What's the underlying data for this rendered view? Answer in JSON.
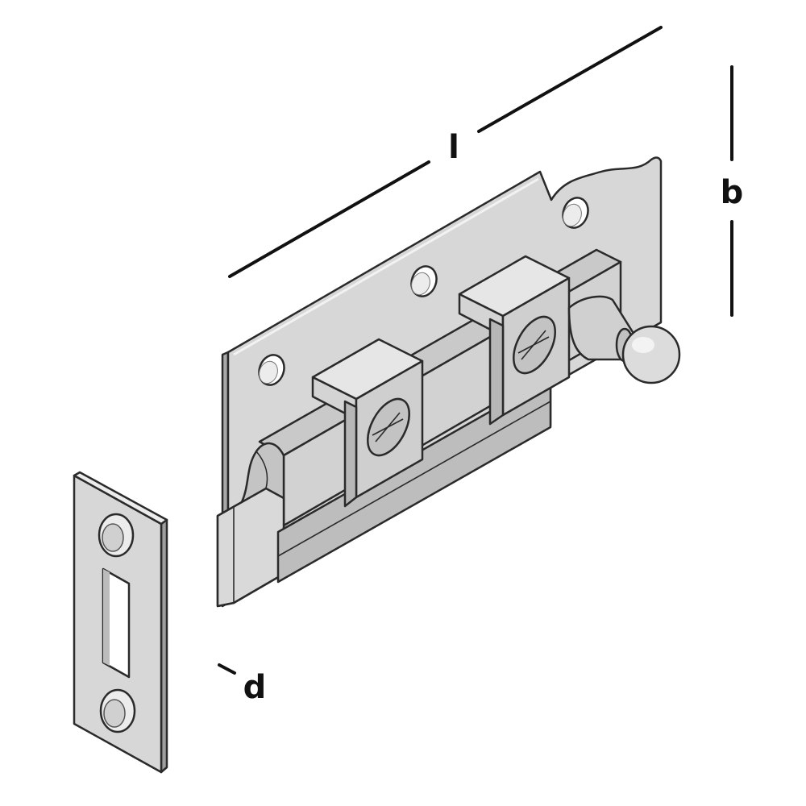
{
  "dimensions": {
    "length_label": "l",
    "height_label": "b",
    "thickness_label": "d"
  },
  "colors": {
    "metal_face": "#d6d6d6",
    "metal_light": "#e9e9e9",
    "metal_shade": "#b9b9b9",
    "metal_dark": "#a2a2a2",
    "outline": "#2a2a2a",
    "dimension_ink": "#111111"
  },
  "parts": [
    "barrel-bolt-backplate",
    "bolt-guide-left",
    "bolt-guide-right",
    "sliding-bolt",
    "bolt-knob",
    "strike-plate"
  ]
}
